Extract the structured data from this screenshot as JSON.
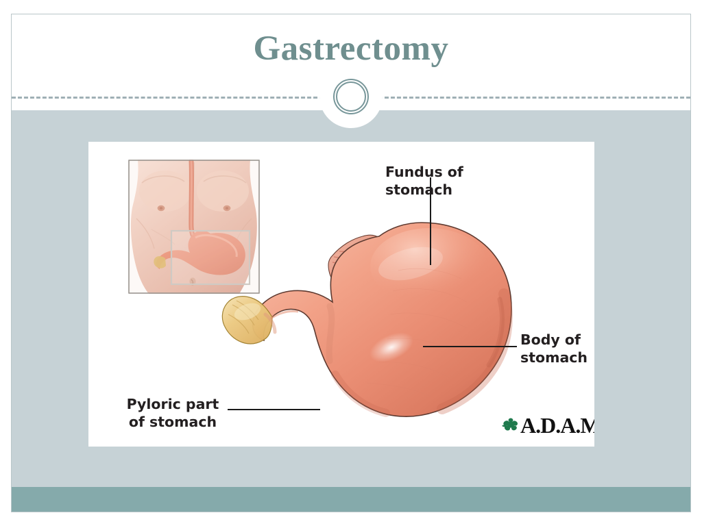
{
  "slide": {
    "title": "Gastrectomy",
    "title_color": "#6f8f8f",
    "header_background": "#ffffff",
    "body_background": "#c6d2d6",
    "footer_band_color": "#85aaab",
    "border_color": "#b9c6c9",
    "divider_color": "#9fb0b5",
    "ornament_ring_color": "#78979a"
  },
  "illustration": {
    "name": "stomach-anatomy-illustration",
    "background": "#ffffff",
    "inset": {
      "name": "torso-inset",
      "description": "male torso with esophagus and stomach, highlight rectangle over stomach region",
      "skin_color": "#efcdc0",
      "highlight_rect_color": "#cfcac4",
      "border_color": "#9b9691"
    },
    "organ_colors": {
      "stomach_light": "#f3a58c",
      "stomach_mid": "#e8876d",
      "stomach_dark": "#d8745c",
      "stomach_outline": "#5e3a30",
      "duodenum": "#e7c378",
      "esophagus": "#e8a08a"
    },
    "leader_line_color": "#1a1a1a",
    "labels": [
      {
        "id": "fundus",
        "text": "Fundus of\nstomach"
      },
      {
        "id": "body",
        "text": "Body of\nstomach"
      },
      {
        "id": "pyloric",
        "text": "Pyloric part\nof stomach"
      }
    ],
    "logo": {
      "name": "adam-logo",
      "text": "A.D.A.M.",
      "leaf_color": "#1f7a4d",
      "text_color": "#111111"
    }
  }
}
